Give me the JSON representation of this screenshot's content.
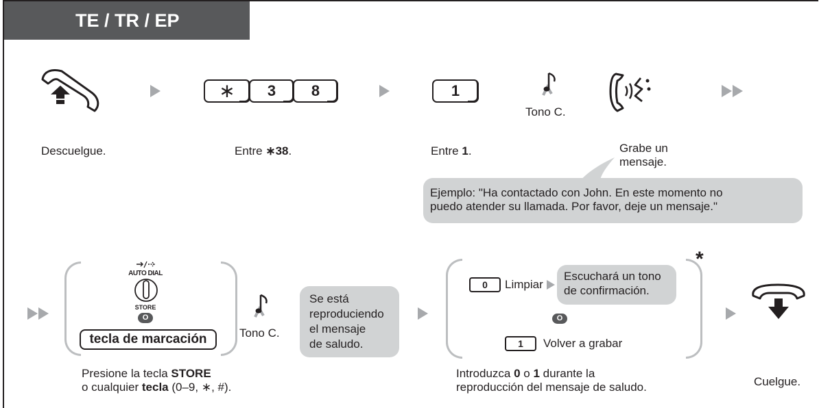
{
  "header": {
    "title": "TE / TR / EP"
  },
  "row1": {
    "descuelgue": "Descuelgue.",
    "keys": [
      "∗",
      "3",
      "8"
    ],
    "entre38_prefix": "Entre ",
    "entre38_code": "∗38",
    "entre38_suffix": ".",
    "key1": "1",
    "entre1_prefix": "Entre ",
    "entre1_code": "1",
    "entre1_suffix": ".",
    "tono": "Tono C.",
    "grabe_line1": "Grabe un",
    "grabe_line2": "mensaje.",
    "ejemplo_line1": "Ejemplo: \"Ha contactado con John. En este momento no",
    "ejemplo_line2": "puedo atender su llamada. Por favor, deje un mensaje.\""
  },
  "row2": {
    "auto_dial": "AUTO DIAL",
    "store": "STORE",
    "oval_o": "O",
    "tecla_marcacion": "tecla de marcación",
    "tono": "Tono C.",
    "reproduciendo": [
      "Se está",
      "reproduciendo",
      "el mensaje",
      "de saludo."
    ],
    "key0": "0",
    "limpiar": "Limpiar",
    "escuchara_line1": "Escuchará un tono",
    "escuchara_line2": "de confirmación.",
    "key1": "1",
    "volver": "Volver a grabar",
    "asterisk": "*",
    "presione_a": "Presione la tecla ",
    "presione_b": "STORE",
    "presione_c": "o cualquier ",
    "presione_d": "tecla",
    "presione_e": " (0–9, ∗, #).",
    "introduzca_a": "Introduzca ",
    "introduzca_b": "0",
    "introduzca_c": " o ",
    "introduzca_d": "1",
    "introduzca_e": " durante la",
    "introduzca_line2": "reproducción del mensaje de saludo.",
    "cuelgue": "Cuelgue."
  }
}
